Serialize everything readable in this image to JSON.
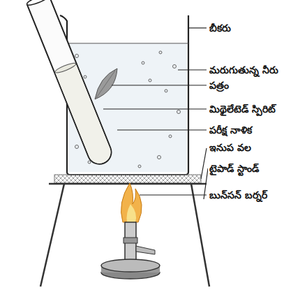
{
  "diagram": {
    "labels": [
      "బీకరు",
      "మరుగుతున్న నీరు",
      "పత్రం",
      "మిథైలేటెడ్ స్పిరిట్",
      "పరీక్ష నాళిక",
      "ఇనుప వల",
      "టైపాడ్ స్టాండ్",
      "బున్‌సన్ బర్నర్"
    ]
  }
}
